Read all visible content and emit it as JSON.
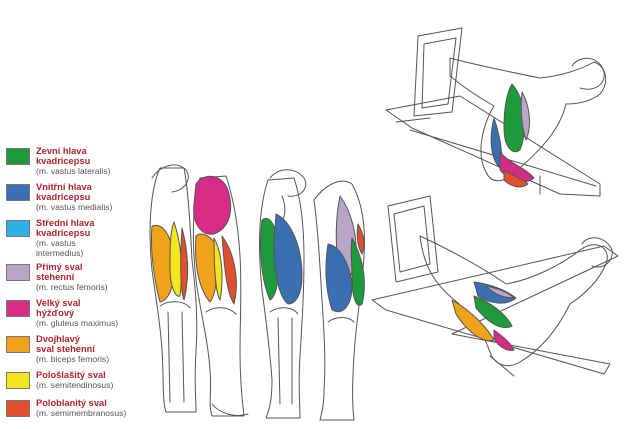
{
  "legend": [
    {
      "name_lines": [
        "Zevní hlava",
        "kvadricepsu"
      ],
      "latin_lines": [
        "(m. vastus lateralis)"
      ],
      "color": "#1f9a3b"
    },
    {
      "name_lines": [
        "Vnitřní hlava",
        "kvadricepsu"
      ],
      "latin_lines": [
        "(m. vastus medialis)"
      ],
      "color": "#3a6fb3"
    },
    {
      "name_lines": [
        "Střední hlava",
        "kvadricepsu"
      ],
      "latin_lines": [
        "(m. vastus",
        "intermedius)"
      ],
      "color": "#2fb1e6"
    },
    {
      "name_lines": [
        "Přímý sval",
        "stehenní"
      ],
      "latin_lines": [
        "(m. rectus femoris)"
      ],
      "color": "#b9a6c6"
    },
    {
      "name_lines": [
        "Velký sval",
        "hýžďový"
      ],
      "latin_lines": [
        "(m. gluteus maximus)"
      ],
      "color": "#d62b86"
    },
    {
      "name_lines": [
        "Dvojhlavý",
        "sval stehenní"
      ],
      "latin_lines": [
        "(m. biceps femoris)"
      ],
      "color": "#f0a21b"
    },
    {
      "name_lines": [
        "Pološlašitý sval"
      ],
      "latin_lines": [
        "(m. semitendinosus)"
      ],
      "color": "#f4e61c"
    },
    {
      "name_lines": [
        "Poloblanitý sval"
      ],
      "latin_lines": [
        "(m. semimembranosus)"
      ],
      "color": "#e0502a"
    }
  ]
}
